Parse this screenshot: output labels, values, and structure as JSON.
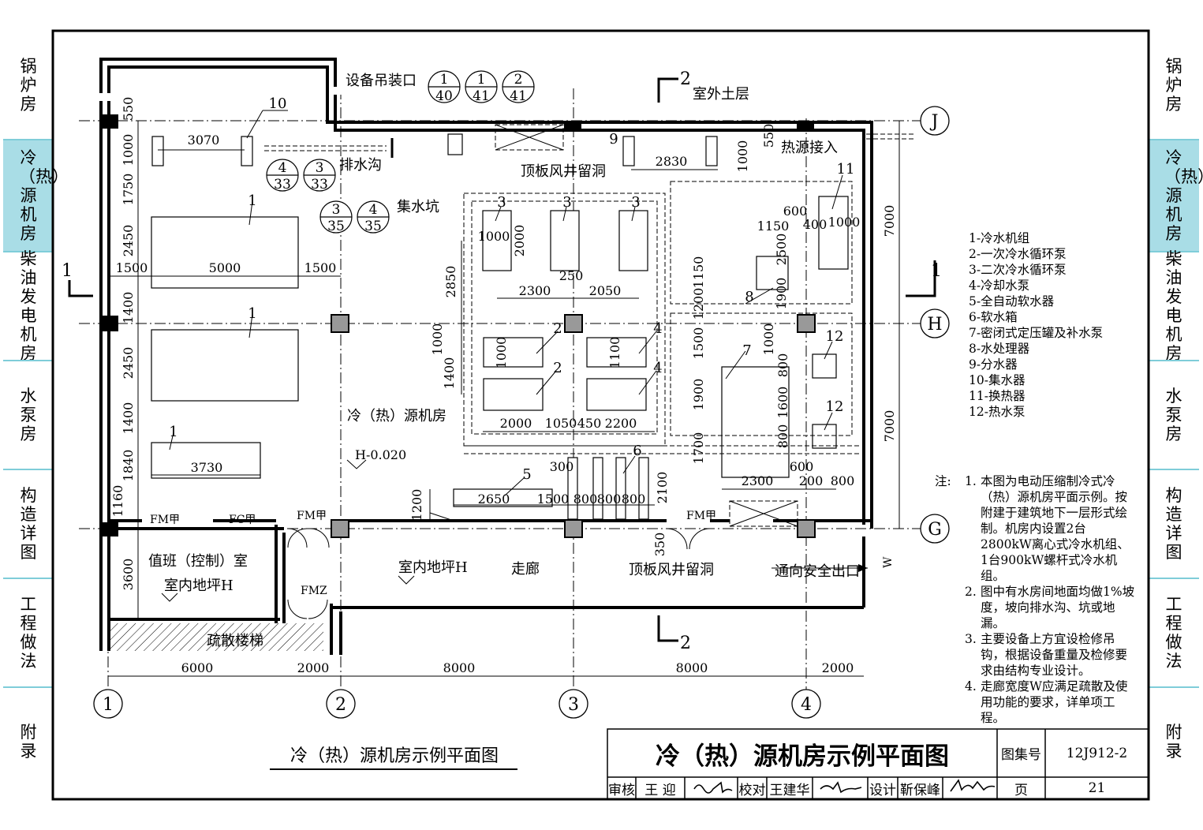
{
  "side_tabs": {
    "left": [
      {
        "label": "锅炉房"
      },
      {
        "label": "冷（热）源机房",
        "active": true
      },
      {
        "label": "柴油发电机房"
      },
      {
        "label": "水泵房"
      },
      {
        "label": "构造详图"
      },
      {
        "label": "工程做法"
      },
      {
        "label": "附录"
      }
    ]
  },
  "colors": {
    "tab_active": "#a9dde6",
    "tab_separator": "#7fcdd9"
  },
  "plan": {
    "caption": "冷（热）源机房示例平面图",
    "labels": {
      "hoist_opening": "设备吊装口",
      "outdoor_soil": "室外土层",
      "drain_ditch": "排水沟",
      "sump_pit": "集水坑",
      "shaft_top_1": "顶板风井留洞",
      "shaft_top_2": "顶板风井留洞",
      "heat_source_inlet": "热源接入",
      "machine_room": "冷（热）源机房",
      "elevation": "H-0.020",
      "duty_room": "值班（控制）室",
      "duty_floor": "室内地坪H",
      "corridor_floor": "室内地坪H",
      "corridor": "走廊",
      "to_exit": "通向安全出口",
      "stair": "疏散楼梯",
      "width_mark": "W",
      "door_fm1": "FM甲",
      "door_fc": "FC甲",
      "door_fm2": "FM甲",
      "door_fm3": "FM甲",
      "door_fmz": "FMZ"
    },
    "detail_refs": [
      {
        "top": "1",
        "bottom": "40"
      },
      {
        "top": "1",
        "bottom": "41"
      },
      {
        "top": "2",
        "bottom": "41"
      },
      {
        "top": "4",
        "bottom": "33"
      },
      {
        "top": "3",
        "bottom": "33"
      },
      {
        "top": "3",
        "bottom": "35"
      },
      {
        "top": "4",
        "bottom": "35"
      }
    ],
    "axes": {
      "columns": [
        "1",
        "2",
        "3",
        "4"
      ],
      "rows": [
        "J",
        "H",
        "G"
      ]
    },
    "section_marks": {
      "s1_left": "1",
      "s1_right": "1",
      "s2_top": "2",
      "s2_bottom": "2"
    },
    "equipment_tags": [
      "10",
      "1",
      "1",
      "1",
      "3",
      "3",
      "3",
      "2",
      "2",
      "4",
      "4",
      "9",
      "11",
      "8",
      "7",
      "12",
      "12",
      "5",
      "6"
    ],
    "dimensions": {
      "bottom": [
        "6000",
        "2000",
        "8000",
        "8000",
        "2000"
      ],
      "right": [
        "7000",
        "7000"
      ],
      "left": [
        "550",
        "1000",
        "1750",
        "2450",
        "1400",
        "2450",
        "1400",
        "1840",
        "1160",
        "3600"
      ],
      "interior": [
        "3070",
        "5000",
        "1500",
        "1500",
        "3730",
        "2830",
        "1000",
        "550",
        "600",
        "400",
        "1000",
        "1150",
        "2500",
        "1900",
        "1150",
        "1200",
        "1500",
        "1900",
        "1700",
        "1000",
        "800",
        "1600",
        "800",
        "600",
        "2300",
        "200",
        "800",
        "1000",
        "2000",
        "250",
        "2300",
        "2050",
        "2850",
        "1000",
        "1400",
        "1000",
        "1100",
        "2000",
        "1050",
        "450",
        "2200",
        "2650",
        "1500",
        "800",
        "800",
        "800",
        "300",
        "2100",
        "1200",
        "350"
      ]
    }
  },
  "legend": [
    "1-冷水机组",
    "2-一次冷水循环泵",
    "3-二次冷水循环泵",
    "4-冷却水泵",
    "5-全自动软水器",
    "6-软水箱",
    "7-密闭式定压罐及补水泵",
    "8-水处理器",
    "9-分水器",
    "10-集水器",
    "11-换热器",
    "12-热水泵"
  ],
  "notes": {
    "heading": "注:",
    "items": [
      {
        "num": "1.",
        "text": "本图为电动压缩制冷式冷（热）源机房平面示例。按附建于建筑地下一层形式绘制。机房内设置2台2800kW离心式冷水机组、1台900kW螺杆式冷水机组。"
      },
      {
        "num": "2.",
        "text": "图中有水房间地面均做1%坡度，坡向排水沟、坑或地漏。"
      },
      {
        "num": "3.",
        "text": "主要设备上方宜设检修吊钩，根据设备重量及检修要求由结构专业设计。"
      },
      {
        "num": "4.",
        "text": "走廊宽度W应满足疏散及使用功能的要求，详单项工程。"
      }
    ]
  },
  "title_block": {
    "title": "冷（热）源机房示例平面图",
    "atlas_label": "图集号",
    "atlas_no": "12J912-2",
    "review_label": "审核",
    "reviewer": "王 迎",
    "check_label": "校对",
    "checker": "王建华",
    "design_label": "设计",
    "designer": "靳保峰",
    "page_label": "页",
    "page_no": "21"
  }
}
